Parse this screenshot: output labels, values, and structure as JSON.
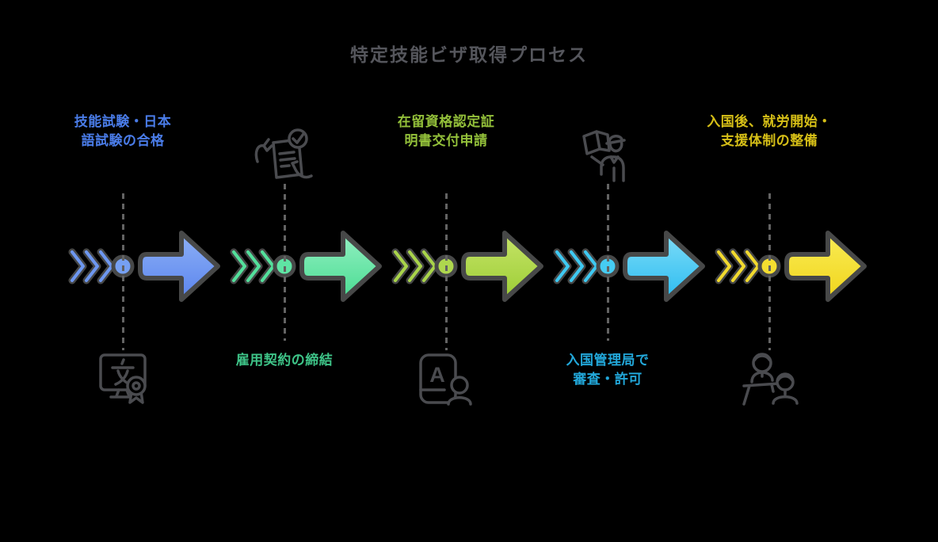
{
  "title": "特定技能ビザ取得プロセス",
  "colors": {
    "background": "#000000",
    "title": "#55565c",
    "icon-stroke": "#4a4b4f",
    "dash": "#636363",
    "arrow-outline": "#474848"
  },
  "steps": [
    {
      "label_lines": [
        "技能試験・日本",
        "語試験の合格"
      ],
      "label_position": "top",
      "icon": "language-test-certificate-icon",
      "icon_position": "bottom",
      "icon_glyph": "文",
      "colors": {
        "accent": "#4a7ce8",
        "chevron": "#6d97f0",
        "circle": "#76a0f2",
        "gtop": "#8db0f6",
        "gbottom": "#5b85ee"
      }
    },
    {
      "label_lines": [
        "雇用契約の締結"
      ],
      "label_position": "bottom",
      "icon": "contract-document-check-icon",
      "icon_position": "top",
      "colors": {
        "accent": "#3ec488",
        "chevron": "#53e09c",
        "circle": "#5fe4a4",
        "gtop": "#93f0c2",
        "gbottom": "#49dc92"
      }
    },
    {
      "label_lines": [
        "在留資格認定証",
        "明書交付申請"
      ],
      "label_position": "top",
      "icon": "residence-card-icon",
      "icon_position": "bottom",
      "icon_glyph": "A",
      "colors": {
        "accent": "#93c03a",
        "chevron": "#a9d44a",
        "circle": "#aed74e",
        "gtop": "#c6e468",
        "gbottom": "#9ccd35"
      }
    },
    {
      "label_lines": [
        "入国管理局で",
        "審査・許可"
      ],
      "label_position": "bottom",
      "icon": "immigration-officer-passport-icon",
      "icon_position": "top",
      "colors": {
        "accent": "#22a8da",
        "chevron": "#3ec9f2",
        "circle": "#46ccf3",
        "gtop": "#7edcf8",
        "gbottom": "#2cbcf0"
      }
    },
    {
      "label_lines": [
        "入国後、就労開始・",
        "支援体制の整備"
      ],
      "label_position": "top",
      "icon": "support-people-icon",
      "icon_position": "bottom",
      "colors": {
        "accent": "#d6bf17",
        "chevron": "#f2da2e",
        "circle": "#f4dd30",
        "gtop": "#f9ec55",
        "gbottom": "#f1d51c"
      }
    }
  ]
}
